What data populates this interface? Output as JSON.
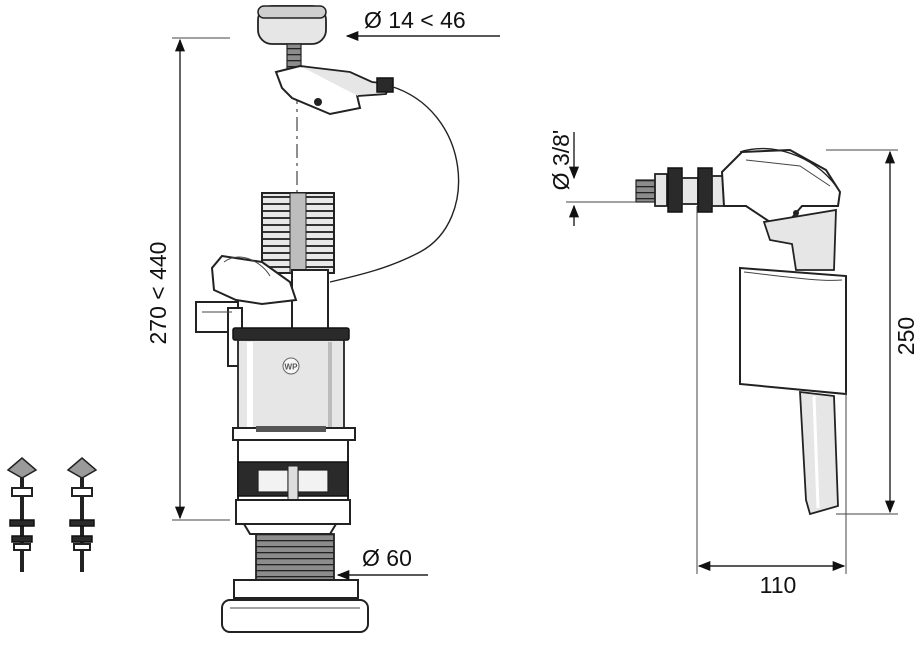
{
  "dimensions": {
    "button_diameter": "Ø 14 < 46",
    "height_range": "270 < 440",
    "base_diameter": "Ø 60",
    "thread_size": "Ø 3/8'",
    "valve_height": "250",
    "valve_width": "110"
  },
  "logo_mark": "WP"
}
